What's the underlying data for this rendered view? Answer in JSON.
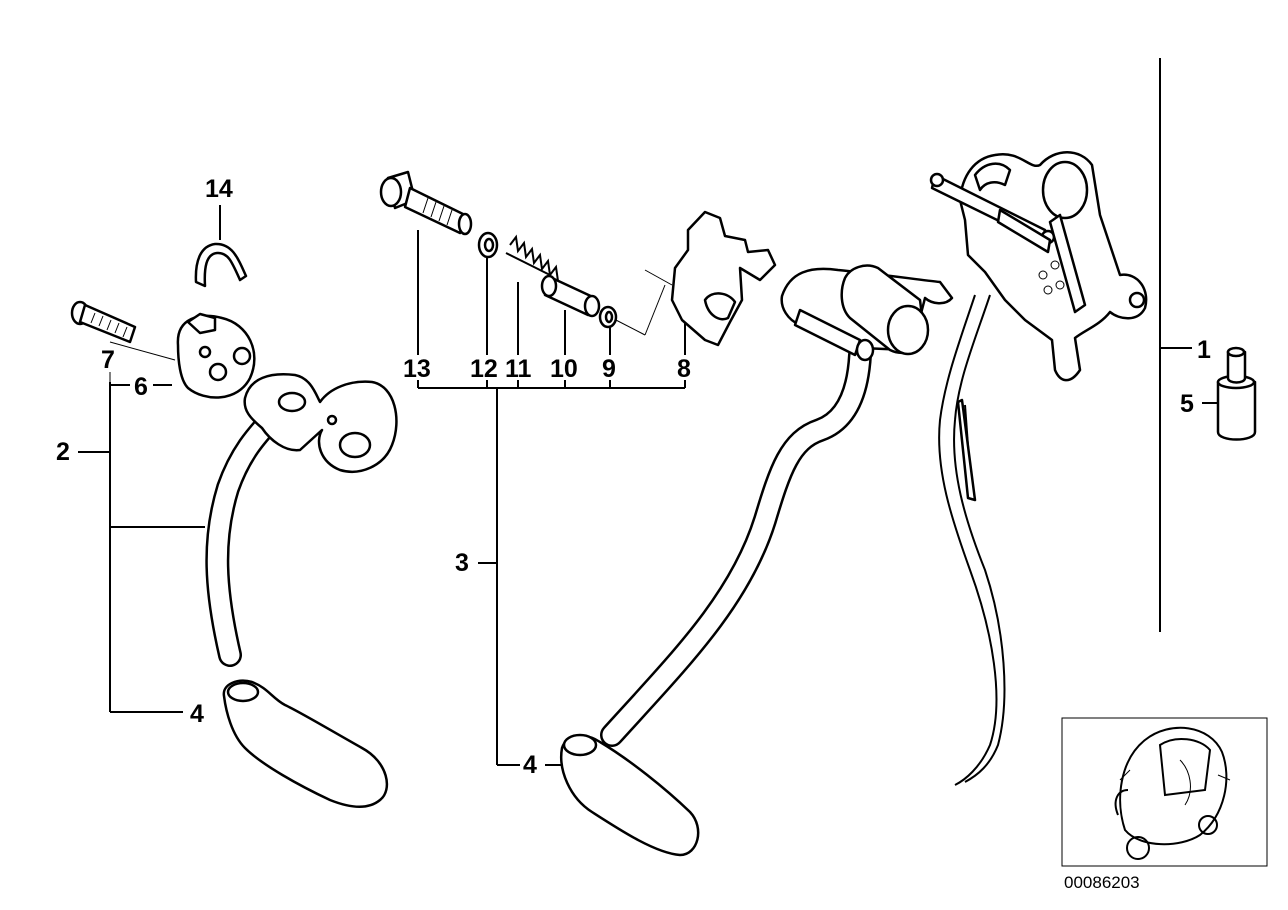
{
  "labels": {
    "l1": "1",
    "l2": "2",
    "l3": "3",
    "l4a": "4",
    "l4b": "4",
    "l5": "5",
    "l6": "6",
    "l7": "7",
    "l8": "8",
    "l9": "9",
    "l10": "10",
    "l11": "11",
    "l12": "12",
    "l13": "13",
    "l14": "14"
  },
  "image_code": "00086203"
}
